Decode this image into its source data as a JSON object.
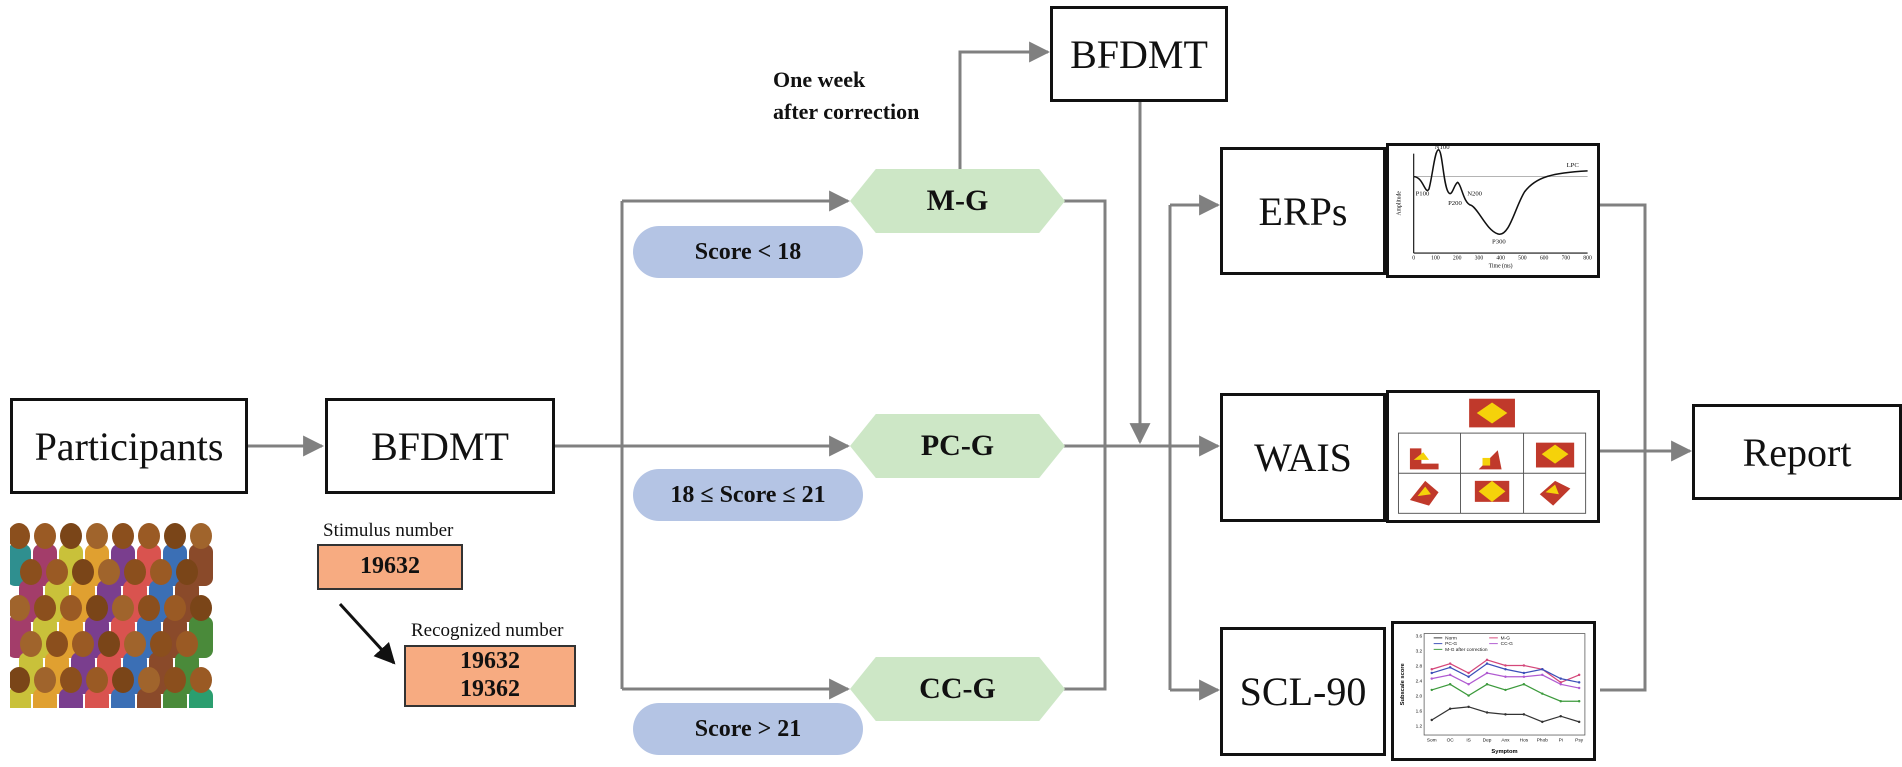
{
  "nodes": {
    "participants": "Participants",
    "bfdmt_main": "BFDMT",
    "bfdmt_top": "BFDMT",
    "m_g": "M-G",
    "pc_g": "PC-G",
    "cc_g": "CC-G",
    "erps": "ERPs",
    "wais": "WAIS",
    "scl90": "SCL-90",
    "report": "Report"
  },
  "conditions": {
    "low": "Score < 18",
    "mid": "18 ≤ Score ≤ 21",
    "high": "Score > 21"
  },
  "note": {
    "line1": "One week",
    "line2": "after correction"
  },
  "stimulus": {
    "caption": "Stimulus number",
    "value": "19632"
  },
  "recognized": {
    "caption": "Recognized number",
    "value1": "19632",
    "value2": "19362"
  },
  "erp_plot": {
    "labels": [
      "N100",
      "P100",
      "P200",
      "N200",
      "P300",
      "LPC"
    ],
    "xlabel": "Time (ms)",
    "ylabel": "Amplitude",
    "xticks": [
      "0",
      "100",
      "200",
      "300",
      "400",
      "500",
      "600",
      "700",
      "800"
    ]
  },
  "scl_plot": {
    "ylabel": "Subscale score",
    "xlabel": "Symptom",
    "categories": [
      "Som",
      "OC",
      "IS",
      "Dep",
      "Anx",
      "Hos",
      "Phob",
      "Pi",
      "Psy"
    ],
    "yticks": [
      "1.2",
      "1.6",
      "2.0",
      "2.4",
      "2.8",
      "3.2",
      "3.6"
    ],
    "legend": [
      "Norm",
      "M-G",
      "PC-G",
      "CC-G",
      "M-G after correction"
    ],
    "series": [
      {
        "name": "Norm",
        "color": "#333333",
        "values": [
          1.35,
          1.65,
          1.7,
          1.55,
          1.5,
          1.5,
          1.3,
          1.45,
          1.3
        ]
      },
      {
        "name": "M-G",
        "color": "#d4477a",
        "values": [
          2.7,
          2.85,
          2.6,
          2.95,
          2.8,
          2.8,
          2.7,
          2.35,
          2.55
        ]
      },
      {
        "name": "PC-G",
        "color": "#3b4fb8",
        "values": [
          2.6,
          2.75,
          2.5,
          2.85,
          2.7,
          2.6,
          2.7,
          2.45,
          2.35
        ]
      },
      {
        "name": "CC-G",
        "color": "#b05ad1",
        "values": [
          2.45,
          2.55,
          2.3,
          2.6,
          2.5,
          2.5,
          2.55,
          2.3,
          2.2
        ]
      },
      {
        "name": "M-G after correction",
        "color": "#3c9a3c",
        "values": [
          2.15,
          2.3,
          2.0,
          2.3,
          2.15,
          2.3,
          2.05,
          1.85,
          1.85
        ]
      }
    ]
  }
}
